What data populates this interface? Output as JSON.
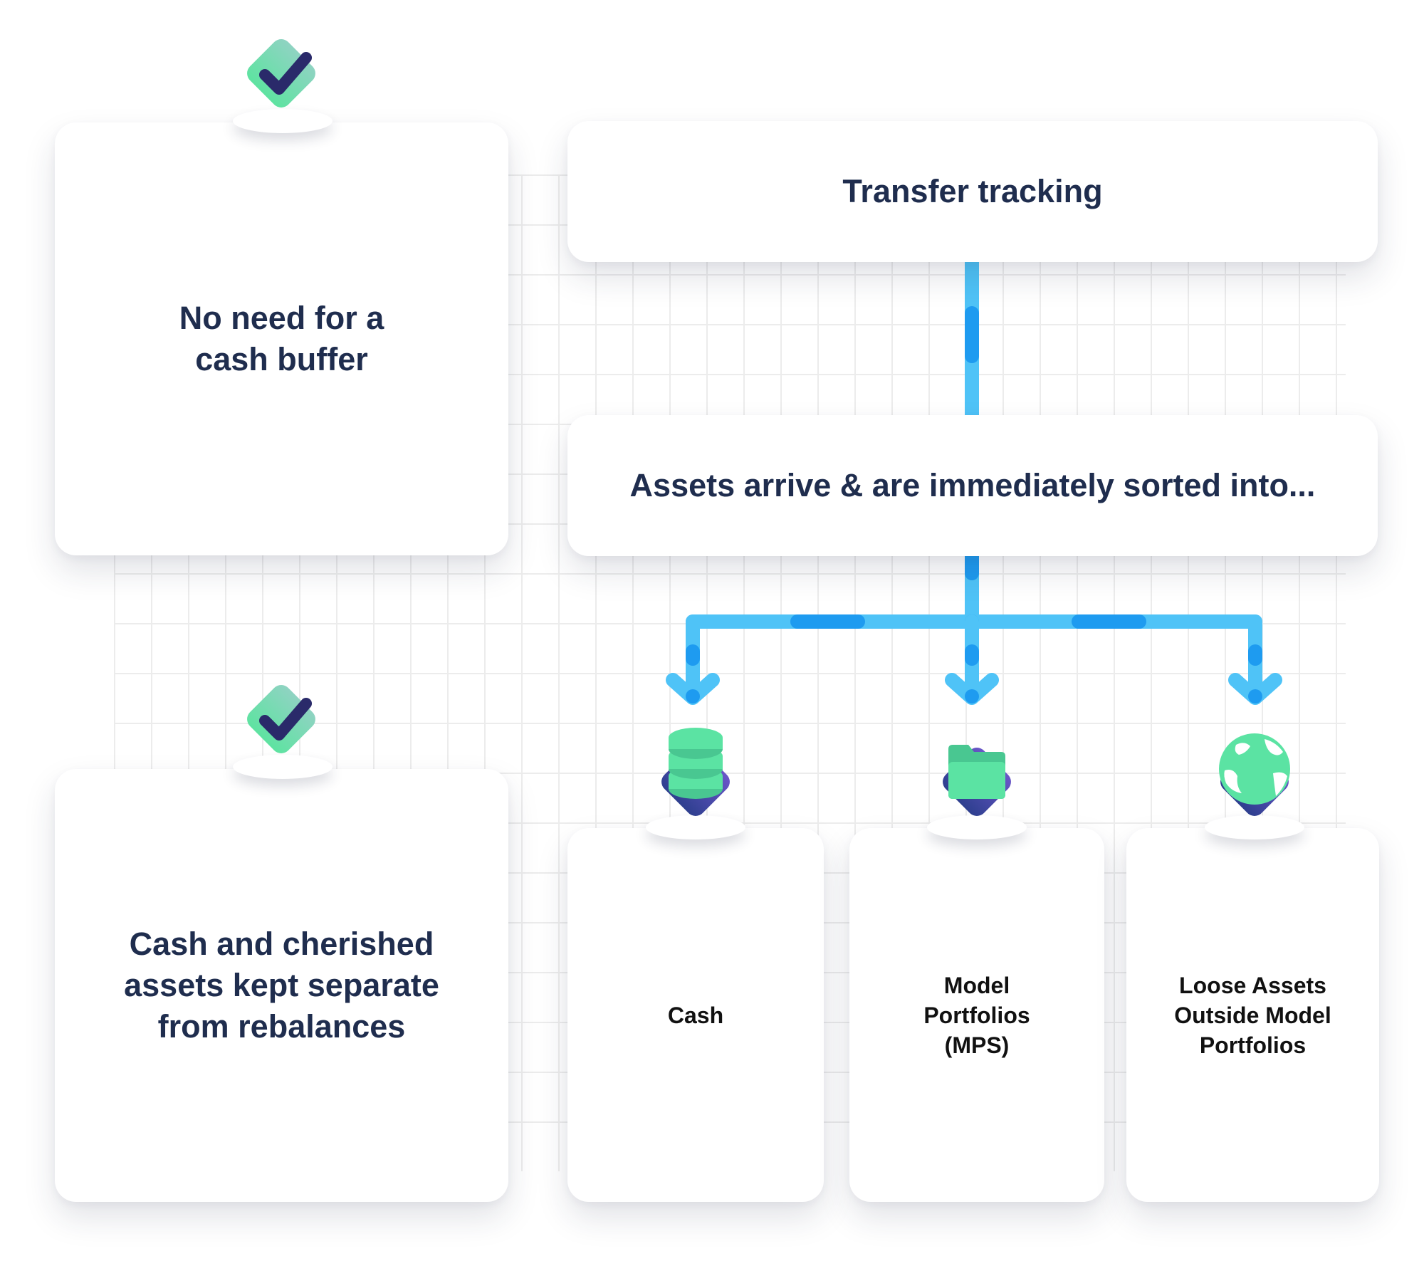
{
  "benefits": [
    {
      "text": "No need for a cash buffer",
      "icon": "check-icon"
    },
    {
      "text": "Cash and cherished assets kept separate from rebalances",
      "icon": "check-icon"
    }
  ],
  "flow": {
    "step1": "Transfer tracking",
    "step2": "Assets arrive & are immediately sorted into...",
    "destinations": [
      {
        "label": "Cash",
        "icon": "coin-stack-icon"
      },
      {
        "label": "Model Portfolios (MPS)",
        "icon": "folder-icon"
      },
      {
        "label": "Loose Assets Outside Model Portfolios",
        "icon": "globe-icon"
      }
    ]
  },
  "colors": {
    "text_dark": "#1f2d4e",
    "connector": "#4fc3f7",
    "connector_dash": "#1e9bf0",
    "check_green": "#5ee3a1",
    "check_dark": "#2a2a6a",
    "icon_navy": "#3f3f99",
    "icon_green": "#5be3a3"
  }
}
